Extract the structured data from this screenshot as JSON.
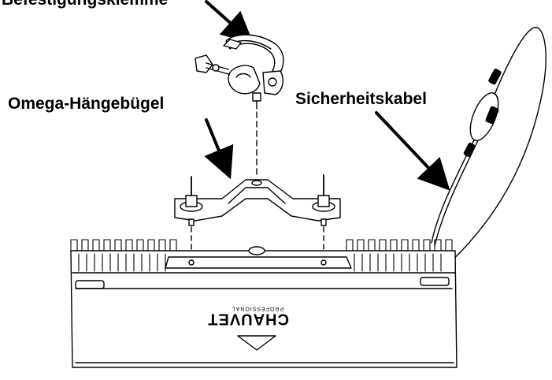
{
  "labels": {
    "top_clamp_partial": "Befestigungsklemme",
    "omega_bracket": "Omega-Hängebügel",
    "safety_cable": "Sicherheitskabel"
  },
  "fixture_logo_text": "CHAUVET",
  "fixture_logo_subtext": "PROFESSIONAL",
  "colors": {
    "ink": "#000000",
    "background": "#ffffff"
  }
}
